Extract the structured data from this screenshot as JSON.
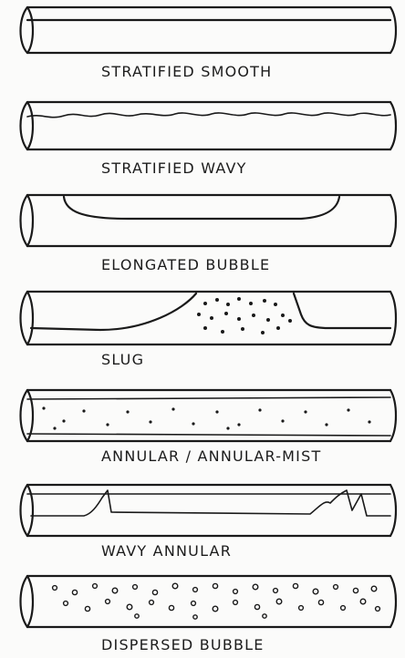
{
  "regimes": [
    {
      "label": "STRATIFIED SMOOTH"
    },
    {
      "label": "STRATIFIED WAVY"
    },
    {
      "label": "ELONGATED BUBBLE"
    },
    {
      "label": "SLUG"
    },
    {
      "label": "ANNULAR / ANNULAR-MIST"
    },
    {
      "label": "WAVY ANNULAR"
    },
    {
      "label": "DISPERSED BUBBLE"
    }
  ]
}
